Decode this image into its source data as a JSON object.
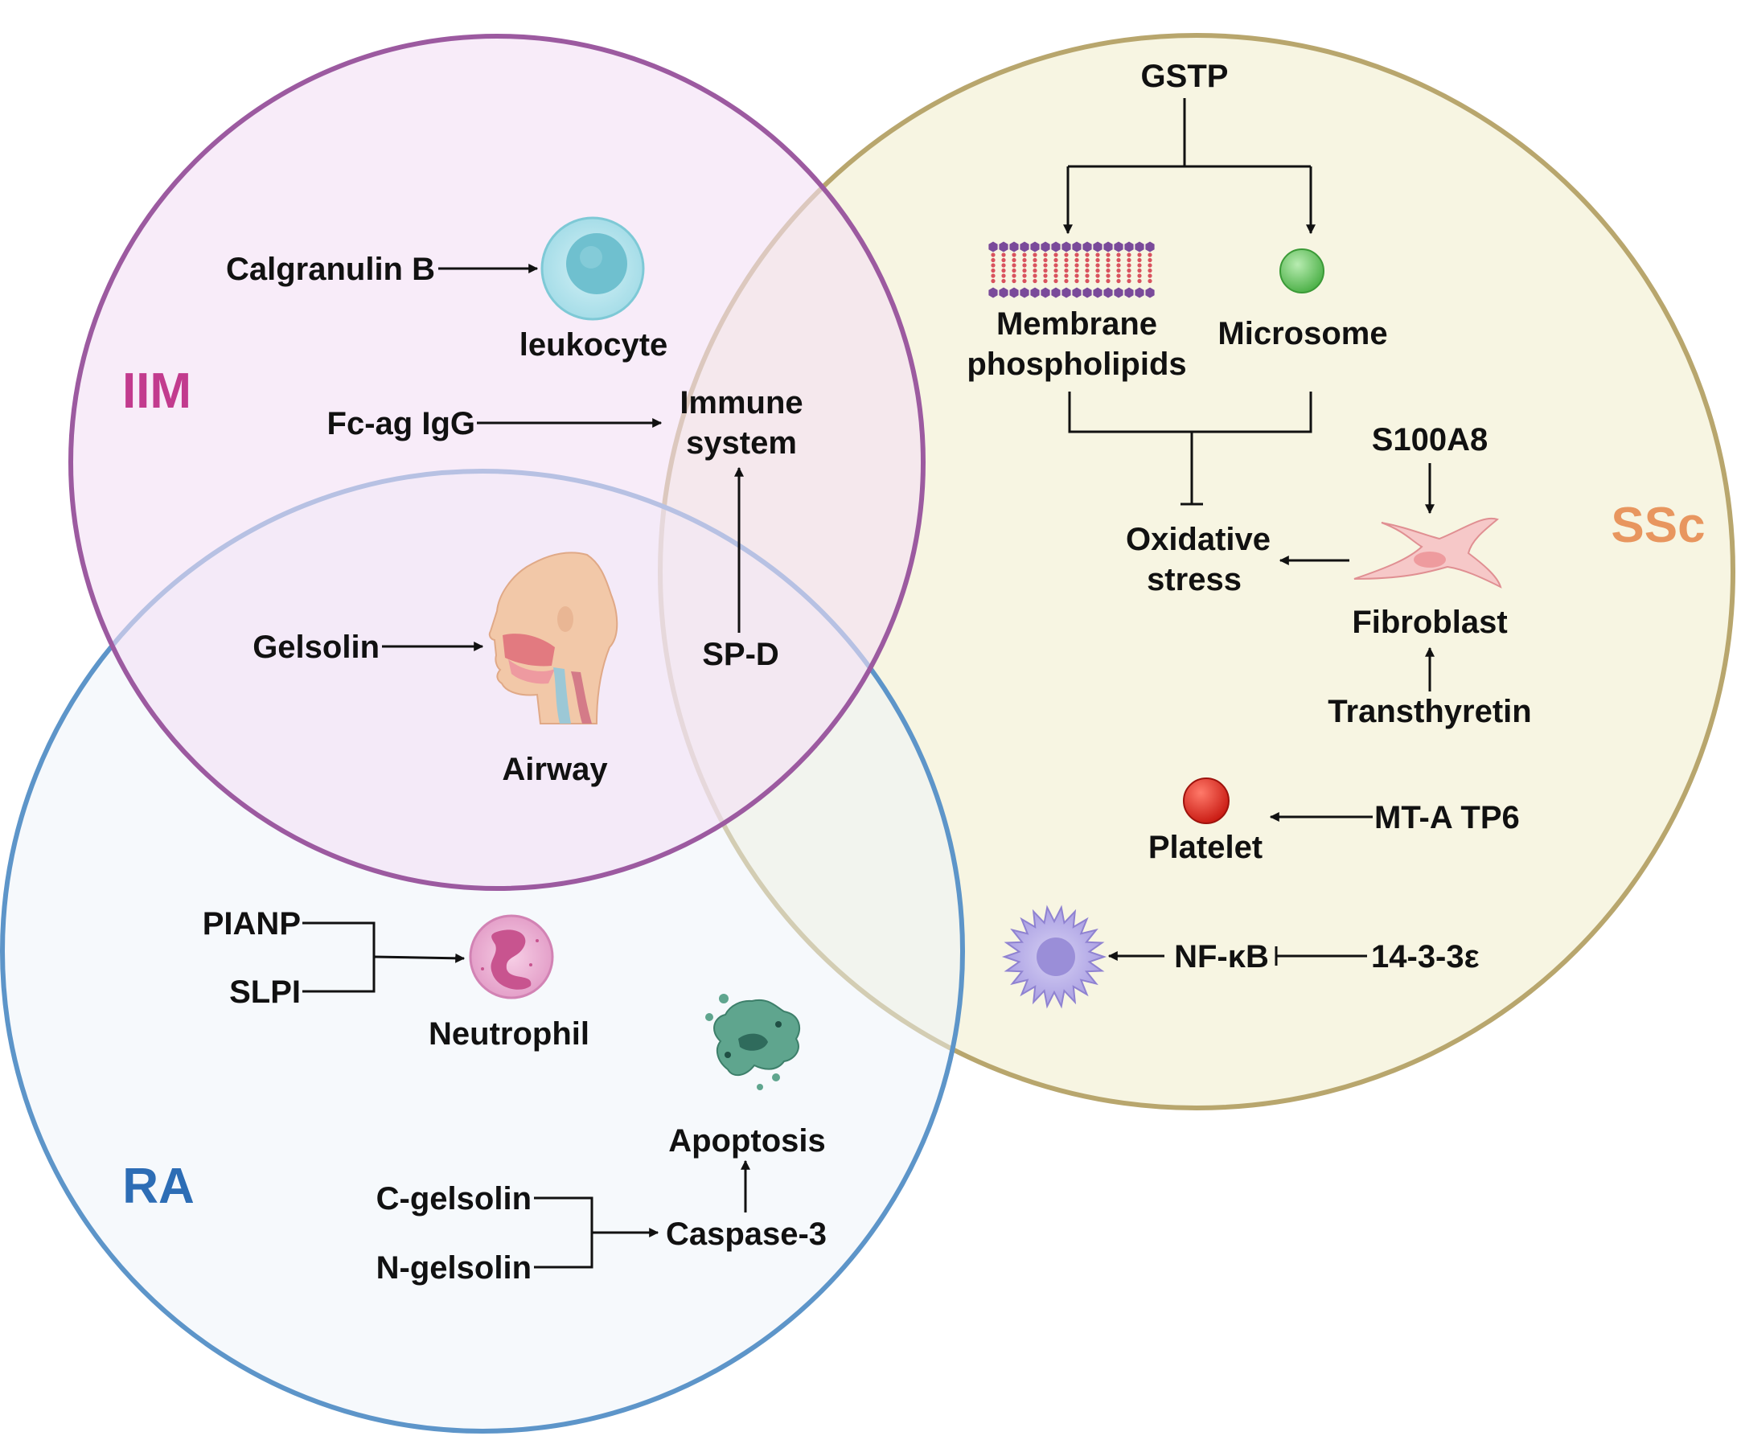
{
  "sets": {
    "iim": {
      "label": "IIM",
      "color": "#c23b8e",
      "fill": "#f4dff5",
      "stroke": "#9c5aa0"
    },
    "ssc": {
      "label": "SSc",
      "color": "#e8965f",
      "fill": "#f6f4df",
      "stroke": "#b8a66d"
    },
    "ra": {
      "label": "RA",
      "color": "#2d6db5",
      "fill": "#eef4f9",
      "stroke": "#5d95c9"
    }
  },
  "labels": {
    "calgranulin_b": "Calgranulin B",
    "leukocyte": "leukocyte",
    "fc_ag_igg": "Fc-ag IgG",
    "immune_system_1": "Immune",
    "immune_system_2": "system",
    "gelsolin": "Gelsolin",
    "airway": "Airway",
    "sp_d": "SP-D",
    "gstp": "GSTP",
    "membrane_1": "Membrane",
    "membrane_2": "phospholipids",
    "microsome": "Microsome",
    "s100a8": "S100A8",
    "oxidative_1": "Oxidative",
    "oxidative_2": "stress",
    "fibroblast": "Fibroblast",
    "transthyretin": "Transthyretin",
    "platelet": "Platelet",
    "mt_atp6": "MT-A TP6",
    "nf_kb": "NF-κB",
    "protein_14_3_3": "14-3-3ε",
    "pianp": "PIANP",
    "slpi": "SLPI",
    "neutrophil": "Neutrophil",
    "apoptosis": "Apoptosis",
    "c_gelsolin": "C-gelsolin",
    "n_gelsolin": "N-gelsolin",
    "caspase_3": "Caspase-3"
  },
  "icons": {
    "leukocyte": "leukocyte-cell-icon",
    "airway": "human-airway-icon",
    "membrane": "phospholipid-bilayer-icon",
    "microsome": "microsome-icon",
    "fibroblast": "fibroblast-cell-icon",
    "platelet": "platelet-icon",
    "macrophage": "macrophage-cell-icon",
    "neutrophil": "neutrophil-cell-icon",
    "apoptotic_cell": "apoptotic-cell-icon"
  }
}
